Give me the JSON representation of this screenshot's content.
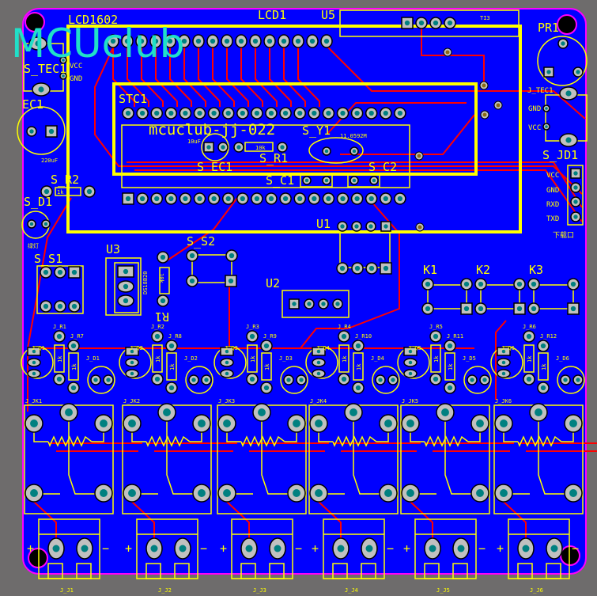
{
  "board": {
    "brand_logo": "MCUclub",
    "board_name": "mcuclub-jj-022",
    "lcd1602": "LCD1602",
    "lcd1": "LCD1",
    "u5": "U5",
    "u5_value": "TI3",
    "pr1": "PR1",
    "s_tec": "S_TEC1",
    "vcc": "VCC",
    "gnd": "GND",
    "ec1": "EC1",
    "ec1_value": "220uF",
    "stc1": "STC1",
    "s_ec1": "S_EC1",
    "s_ec1_value": "10uF",
    "s_r1": "S_R1",
    "s_r1_value": "10k",
    "s_y1": "S_Y1",
    "y1_value": "11.0592M",
    "s_c1": "S_C1",
    "s_c2": "S_C2",
    "s_r2": "S_R2",
    "s_r2_value": "1k",
    "s_d1": "S_D1",
    "s_d1_note": "绿灯",
    "s_s1": "S_S1",
    "u3": "U3",
    "u3_value": "DS18B20",
    "r1": "R1",
    "r1_value": "10k",
    "s_s2": "S_S2",
    "u2": "U2",
    "u1": "U1",
    "k1": "K1",
    "k2": "K2",
    "k3": "K3",
    "j_tec1": "J_TEC1",
    "j_tec1_gnd": "GND",
    "j_tec1_vcc": "VCC",
    "s_jd1": "S_JD1",
    "jd_vcc": "VCC",
    "jd_gnd": "GND",
    "jd_rxd": "RXD",
    "jd_txd": "TXD",
    "download": "下载口"
  },
  "channels": [
    {
      "q": "J_Q1",
      "ra": "J_R1",
      "rb": "J_R7",
      "d": "J_D1",
      "jk": "J_JK1",
      "j": "J_J1",
      "r_value": "1k"
    },
    {
      "q": "J_Q2",
      "ra": "J_R2",
      "rb": "J_R8",
      "d": "J_D2",
      "jk": "J_JK2",
      "j": "J_J2",
      "r_value": "1k"
    },
    {
      "q": "J_Q3",
      "ra": "J_R3",
      "rb": "J_R9",
      "d": "J_D3",
      "jk": "J_JK3",
      "j": "J_J3",
      "r_value": "1k"
    },
    {
      "q": "J_Q4",
      "ra": "J_R4",
      "rb": "J_R10",
      "d": "J_D4",
      "jk": "J_JK4",
      "j": "J_J4",
      "r_value": "1k"
    },
    {
      "q": "J_Q5",
      "ra": "J_R5",
      "rb": "J_R11",
      "d": "J_D5",
      "jk": "J_JK5",
      "j": "J_J5",
      "r_value": "1k"
    },
    {
      "q": "J_Q6",
      "ra": "J_R6",
      "rb": "J_R12",
      "d": "J_D6",
      "jk": "J_JK6",
      "j": "J_J6",
      "r_value": "1k"
    }
  ],
  "terminal_plus": "+",
  "terminal_minus": "−",
  "colors": {
    "board": "#0000ff",
    "silk": "#ffff00",
    "trace": "#ff0000",
    "pad": "#c0c0c0",
    "drill": "#008080",
    "edge": "#ff00ff"
  }
}
